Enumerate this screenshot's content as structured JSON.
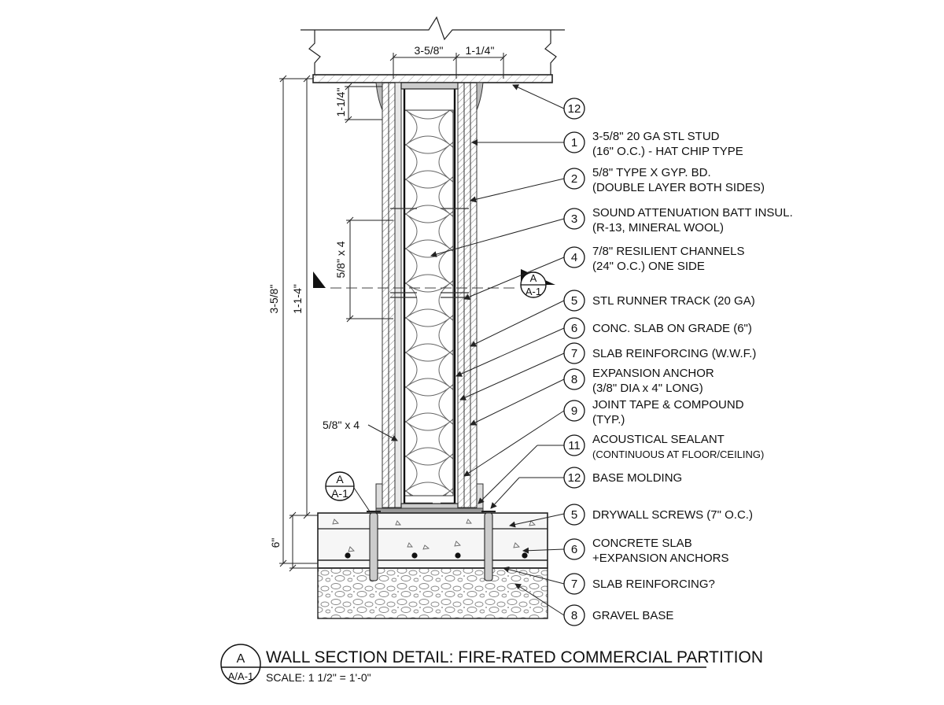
{
  "title": {
    "bubble_top": "A",
    "bubble_bottom": "A/A-1",
    "text": "WALL SECTION DETAIL: FIRE-RATED COMMERCIAL PARTITION",
    "scale": "SCALE: 1 1/2\" = 1'-0\""
  },
  "section_marker": {
    "top": "A",
    "bottom": "A-1"
  },
  "detail_marker": {
    "top": "A",
    "bottom": "A-1"
  },
  "dimensions": {
    "top_stud": "3-5/8\"",
    "top_channel": "1-1/4\"",
    "upper_gap": "1-1/4\"",
    "gyp_mid": "5/8\" x 4",
    "gyp_low": "5/8\" x 4",
    "overall_outer": "3-5/8\"",
    "overall_inner": "1-1-4\"",
    "slab": "6\""
  },
  "callouts": [
    {
      "num": "12",
      "lines": []
    },
    {
      "num": "1",
      "lines": [
        "3-5/8\" 20 GA STL STUD",
        "(16\" O.C.) - HAT CHIP TYPE"
      ]
    },
    {
      "num": "2",
      "lines": [
        "5/8\" TYPE X GYP. BD.",
        "(DOUBLE LAYER BOTH SIDES)"
      ]
    },
    {
      "num": "3",
      "lines": [
        "SOUND ATTENUATION BATT INSUL.",
        "(R-13, MINERAL WOOL)"
      ]
    },
    {
      "num": "4",
      "lines": [
        "7/8\" RESILIENT CHANNELS",
        "(24\" O.C.) ONE SIDE"
      ]
    },
    {
      "num": "5",
      "lines": [
        "STL RUNNER TRACK (20 GA)"
      ]
    },
    {
      "num": "6",
      "lines": [
        "CONC. SLAB ON GRADE (6\")"
      ]
    },
    {
      "num": "7",
      "lines": [
        "SLAB REINFORCING (W.W.F.)"
      ]
    },
    {
      "num": "8",
      "lines": [
        "EXPANSION ANCHOR",
        "(3/8\" DIA x 4\" LONG)"
      ]
    },
    {
      "num": "9",
      "lines": [
        "JOINT TAPE & COMPOUND",
        "(TYP.)"
      ]
    },
    {
      "num": "11",
      "lines": [
        "ACOUSTICAL SEALANT",
        "(CONTINUOUS AT FLOOR/CEILING)"
      ]
    },
    {
      "num": "12",
      "lines": [
        "BASE MOLDING"
      ]
    },
    {
      "num": "5",
      "lines": [
        "DRYWALL SCREWS (7\" O.C.)"
      ]
    },
    {
      "num": "6",
      "lines": [
        "CONCRETE SLAB",
        "+EXPANSION ANCHORS"
      ]
    },
    {
      "num": "7",
      "lines": [
        "SLAB REINFORCING?"
      ]
    },
    {
      "num": "8",
      "lines": [
        "GRAVEL BASE"
      ]
    }
  ]
}
